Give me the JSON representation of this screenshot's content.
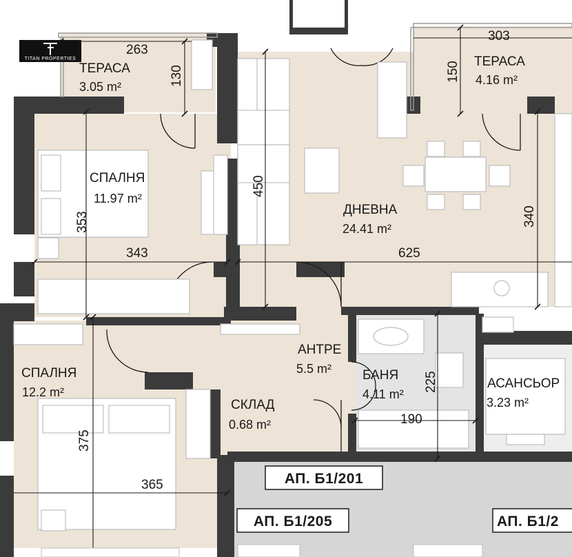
{
  "logo": {
    "text": "TITAN PROPERTIES"
  },
  "rooms": [
    {
      "name": "ТЕРАСА",
      "area": "3.05 m²"
    },
    {
      "name": "ТЕРАСА",
      "area": "4.16 m²"
    },
    {
      "name": "СПАЛНЯ",
      "area": "11.97 m²"
    },
    {
      "name": "ДНЕВНА",
      "area": "24.41 m²"
    },
    {
      "name": "СПАЛНЯ",
      "area": "12.2 m²"
    },
    {
      "name": "АНТРЕ",
      "area": "5.5 m²"
    },
    {
      "name": "БАНЯ",
      "area": "4.11 m²"
    },
    {
      "name": "СКЛАД",
      "area": "0.68 m²"
    },
    {
      "name": "АСАНСЬОР",
      "area": "3.23 m²"
    }
  ],
  "dimensions": [
    "263",
    "130",
    "303",
    "150",
    "353",
    "343",
    "450",
    "625",
    "340",
    "225",
    "190",
    "375",
    "365"
  ],
  "apartments": [
    "АП. Б1/201",
    "АП. Б1/205",
    "АП. Б1/2"
  ],
  "colors": {
    "wall": "#3b3b3b",
    "floor": "#ede3d6",
    "corridor": "#d6d6d6",
    "wet": "#e4e4e4",
    "furniture": "#ffffff"
  }
}
